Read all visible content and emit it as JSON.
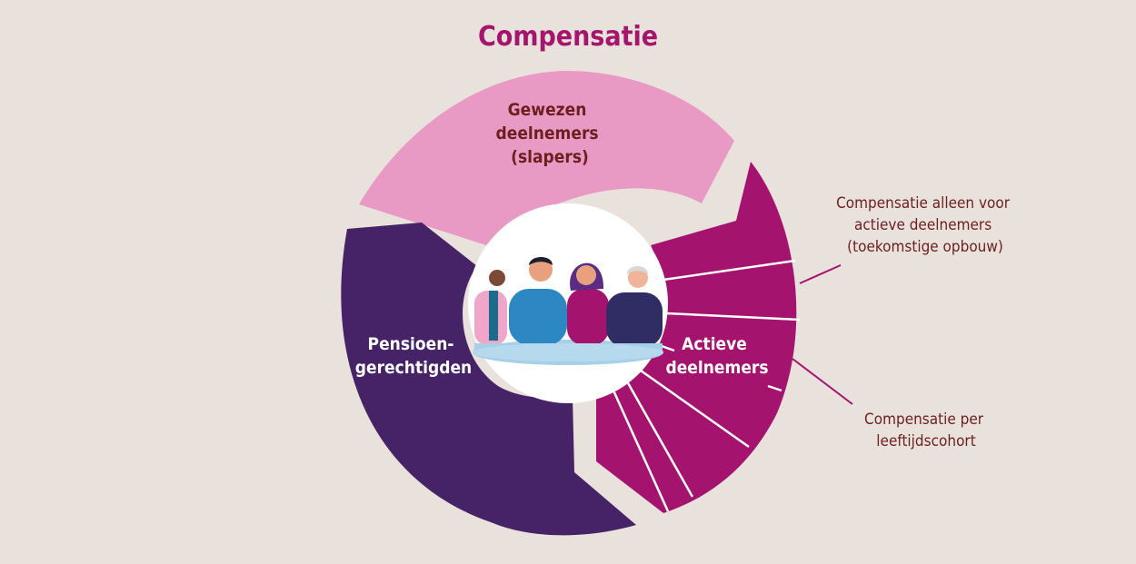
{
  "title": "Compensatie",
  "segments": {
    "slapers": {
      "lines": [
        "Gewezen",
        "deelnemers",
        "(slapers)"
      ],
      "color": "#e99ac4",
      "text_color": "#6b1f1f"
    },
    "pensioen": {
      "lines": [
        "Pensioen-",
        "gerechtigden"
      ],
      "color": "#452366",
      "text_color": "#ffffff"
    },
    "actieve": {
      "lines": [
        "Actieve",
        "deelnemers"
      ],
      "color": "#a4136e",
      "text_color": "#ffffff"
    }
  },
  "annotations": {
    "toekomstige": [
      "Compensatie alleen voor",
      "actieve deelnemers",
      "(toekomstige opbouw)"
    ],
    "cohort": [
      "Compensatie per",
      "leeftijdscohort"
    ]
  },
  "colors": {
    "background": "#e9e2dc",
    "title": "#a4156c",
    "annotation": "#6b1f1f",
    "leader_line": "#a4136e"
  },
  "icons": {
    "center": "people-group-icon"
  }
}
